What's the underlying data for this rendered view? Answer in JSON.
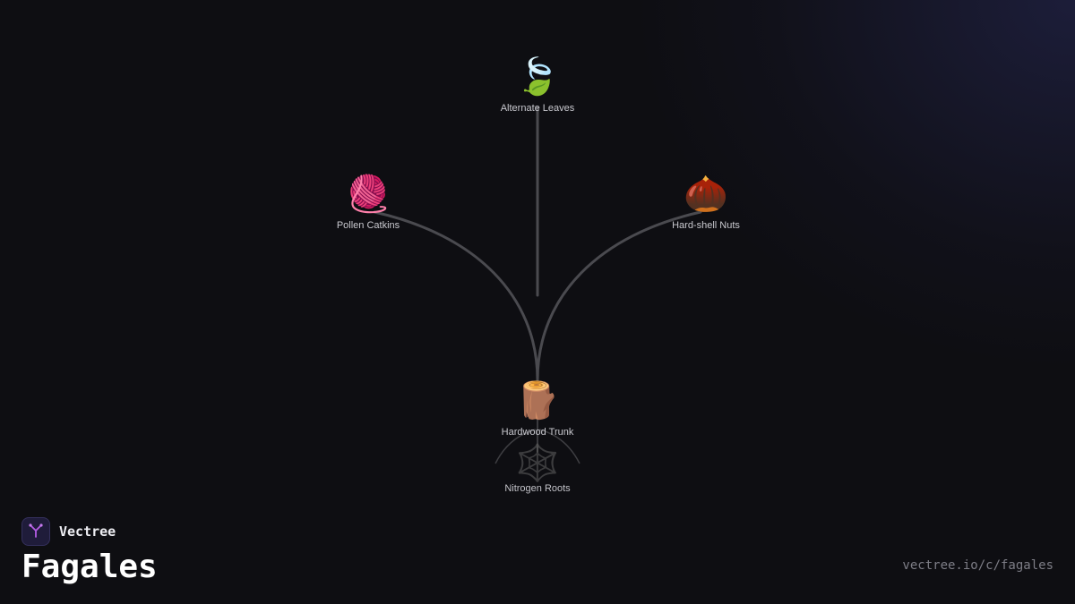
{
  "brand": {
    "name": "Vectree",
    "logo_icon": "vectree-branch-icon",
    "accent": "#b45ce6"
  },
  "page": {
    "title": "Fagales",
    "url": "vectree.io/c/fagales"
  },
  "diagram": {
    "root": "trunk",
    "nodes": [
      {
        "id": "leaves",
        "label": "Alternate Leaves",
        "icon": "🍃",
        "icon_name": "leaves-icon"
      },
      {
        "id": "catkins",
        "label": "Pollen Catkins",
        "icon": "🧶",
        "icon_name": "yarn-ball-icon"
      },
      {
        "id": "nuts",
        "label": "Hard-shell Nuts",
        "icon": "🌰",
        "icon_name": "chestnut-icon"
      },
      {
        "id": "trunk",
        "label": "Hardwood Trunk",
        "icon": "🪵",
        "icon_name": "wood-log-icon"
      },
      {
        "id": "roots",
        "label": "Nitrogen Roots",
        "icon": "🕸️",
        "icon_name": "spider-web-icon",
        "muted": true
      }
    ],
    "edges": [
      {
        "from": "trunk",
        "to": "leaves"
      },
      {
        "from": "trunk",
        "to": "catkins"
      },
      {
        "from": "trunk",
        "to": "nuts"
      },
      {
        "from": "trunk",
        "to": "roots"
      }
    ],
    "colors": {
      "edge": "#4a4a4f",
      "roots_edge": "#3a3a3e",
      "background": "#0e0e12"
    }
  }
}
